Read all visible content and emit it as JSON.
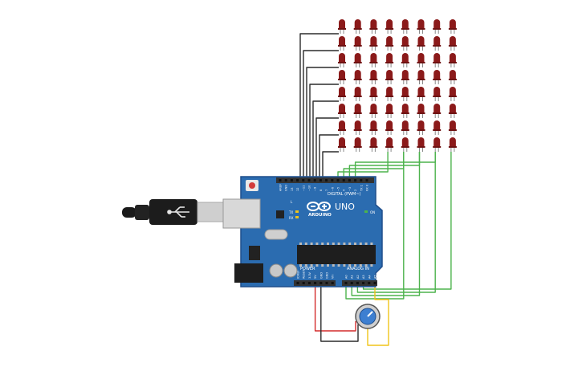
{
  "board": {
    "brand": "ARDUINO",
    "model": "UNO",
    "digital_label": "DIGITAL (PWM~)",
    "power_label": "POWER",
    "analog_label": "ANALOG IN",
    "tx_label": "TX",
    "rx_label": "RX",
    "on_label": "ON",
    "l_label": "L",
    "digital_pins": [
      "AREF",
      "GND",
      "13",
      "12",
      "~11",
      "~10",
      "~9",
      "8",
      "7",
      "~6",
      "~5",
      "4",
      "~3",
      "2",
      "TX 1",
      "RX 0"
    ],
    "power_pins": [
      "IOREF",
      "RESET",
      "3.3V",
      "5V",
      "GND",
      "GND",
      "Vin"
    ],
    "analog_pins": [
      "A0",
      "A1",
      "A2",
      "A3",
      "A4",
      "A5"
    ]
  },
  "led_matrix": {
    "rows": 8,
    "cols": 8,
    "color": "#8b1a1a"
  },
  "wire_colors": {
    "row": "#2b2b2b",
    "column": "#4db34d",
    "power": "#d42c2c",
    "ground": "#2b2b2b",
    "signal": "#f0c419"
  },
  "colors": {
    "board": "#2b6cb0",
    "board_edge": "#1f4e8c",
    "header": "#333333",
    "knob": "#3d7fd1"
  }
}
